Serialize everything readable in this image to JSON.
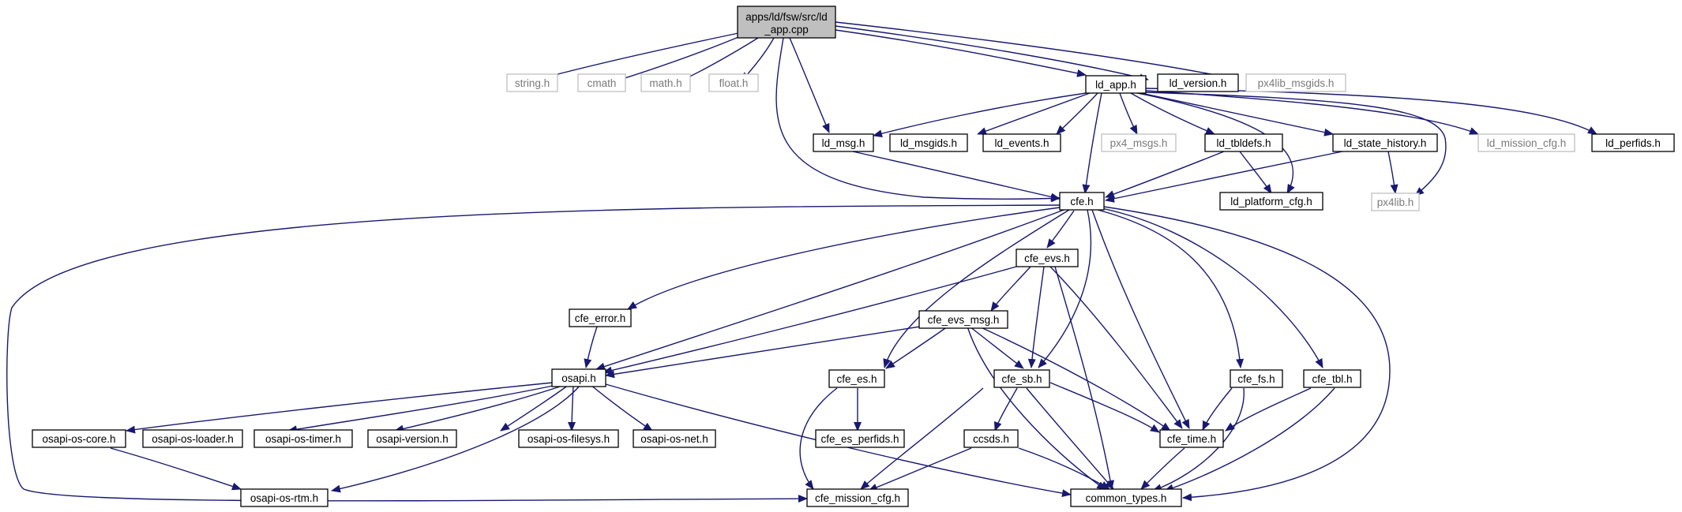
{
  "diagram": {
    "colors": {
      "edge": "#191970",
      "root_fill": "#bfbfbf",
      "internal_border": "#000000",
      "external_border": "#bfbfbf",
      "external_text": "#7a7a7a"
    },
    "nodes": {
      "root": {
        "line1": "apps/ld/fsw/src/ld",
        "line2": "_app.cpp"
      },
      "string_h": "string.h",
      "cmath": "cmath",
      "math_h": "math.h",
      "float_h": "float.h",
      "ld_app_h": "ld_app.h",
      "ld_version_h": "ld_version.h",
      "px4lib_msgids_h": "px4lib_msgids.h",
      "ld_msg_h": "ld_msg.h",
      "ld_msgids_h": "ld_msgids.h",
      "ld_events_h": "ld_events.h",
      "px4_msgs_h": "px4_msgs.h",
      "ld_tbldefs_h": "ld_tbldefs.h",
      "ld_state_history_h": "ld_state_history.h",
      "ld_mission_cfg_h": "ld_mission_cfg.h",
      "ld_perfids_h": "ld_perfids.h",
      "cfe_h": "cfe.h",
      "ld_platform_cfg_h": "ld_platform_cfg.h",
      "px4lib_h": "px4lib.h",
      "cfe_evs_h": "cfe_evs.h",
      "cfe_error_h": "cfe_error.h",
      "cfe_evs_msg_h": "cfe_evs_msg.h",
      "osapi_h": "osapi.h",
      "cfe_es_h": "cfe_es.h",
      "cfe_sb_h": "cfe_sb.h",
      "cfe_fs_h": "cfe_fs.h",
      "cfe_tbl_h": "cfe_tbl.h",
      "osapi_os_core_h": "osapi-os-core.h",
      "osapi_os_loader_h": "osapi-os-loader.h",
      "osapi_os_timer_h": "osapi-os-timer.h",
      "osapi_version_h": "osapi-version.h",
      "osapi_os_filesys_h": "osapi-os-filesys.h",
      "osapi_os_net_h": "osapi-os-net.h",
      "cfe_es_perfids_h": "cfe_es_perfids.h",
      "ccsds_h": "ccsds.h",
      "cfe_time_h": "cfe_time.h",
      "osapi_os_rtm_h": "osapi-os-rtm.h",
      "cfe_mission_cfg_h": "cfe_mission_cfg.h",
      "common_types_h": "common_types.h"
    }
  }
}
